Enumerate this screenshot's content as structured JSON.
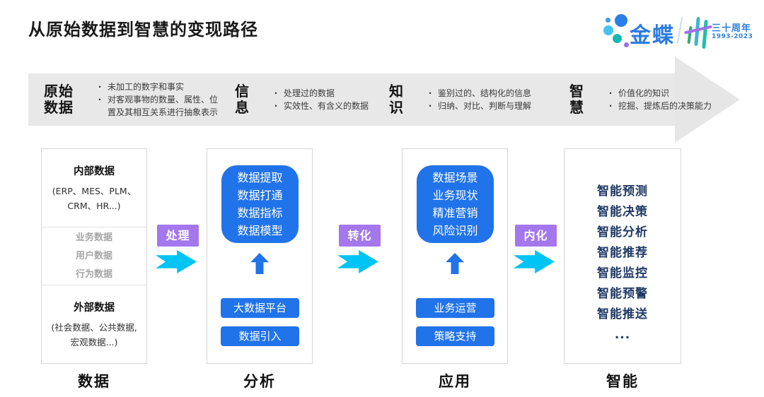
{
  "page": {
    "title": "从原始数据到智慧的变现路径"
  },
  "logo": {
    "brand": "金蝶",
    "anniversary": "三十周年",
    "years": "1993-2023"
  },
  "banner": {
    "stages": [
      {
        "label_lines": [
          "原始",
          "数据"
        ],
        "bullets": [
          "未加工的数字和事实",
          "对客观事物的数量、属性、位置及其相互关系进行抽象表示"
        ]
      },
      {
        "label_lines": [
          "信",
          "息"
        ],
        "bullets": [
          "处理过的数据",
          "实效性、有含义的数据"
        ]
      },
      {
        "label_lines": [
          "知",
          "识"
        ],
        "bullets": [
          "鉴别过的、结构化的信息",
          "归纳、对比、判断与理解"
        ]
      },
      {
        "label_lines": [
          "智",
          "慧"
        ],
        "bullets": [
          "价值化的知识",
          "挖掘、提炼后的决策能力"
        ]
      }
    ]
  },
  "columns": [
    {
      "footer": "数据",
      "sections": [
        {
          "title": "内部数据",
          "subtitle": "(ERP、MES、PLM、CRM、HR...)"
        },
        {
          "items": [
            "业务数据",
            "用户数据",
            "行为数据"
          ]
        },
        {
          "title": "外部数据",
          "subtitle": "(社会数据、公共数据, 宏观数据...)"
        }
      ]
    },
    {
      "footer": "分析",
      "panel_lines": [
        "数据提取",
        "数据打通",
        "数据指标",
        "数据模型"
      ],
      "buttons": [
        "大数据平台",
        "数据引入"
      ]
    },
    {
      "footer": "应用",
      "panel_lines": [
        "数据场景",
        "业务现状",
        "精准营销",
        "风险识别"
      ],
      "buttons": [
        "业务运营",
        "策略支持"
      ]
    },
    {
      "footer": "智能",
      "items": [
        "智能预测",
        "智能决策",
        "智能分析",
        "智能推荐",
        "智能监控",
        "智能预警",
        "智能推送",
        "..."
      ]
    }
  ],
  "connectors": [
    {
      "label": "处理"
    },
    {
      "label": "转化"
    },
    {
      "label": "内化"
    }
  ],
  "colors": {
    "accent_blue": "#2173e9",
    "navy_text": "#203a66",
    "purple_label": "#a478ec",
    "cyan_arrow": "#00c4f4",
    "banner_gray": "#e8e8e8",
    "brand_blue": "#2b7ce3"
  }
}
